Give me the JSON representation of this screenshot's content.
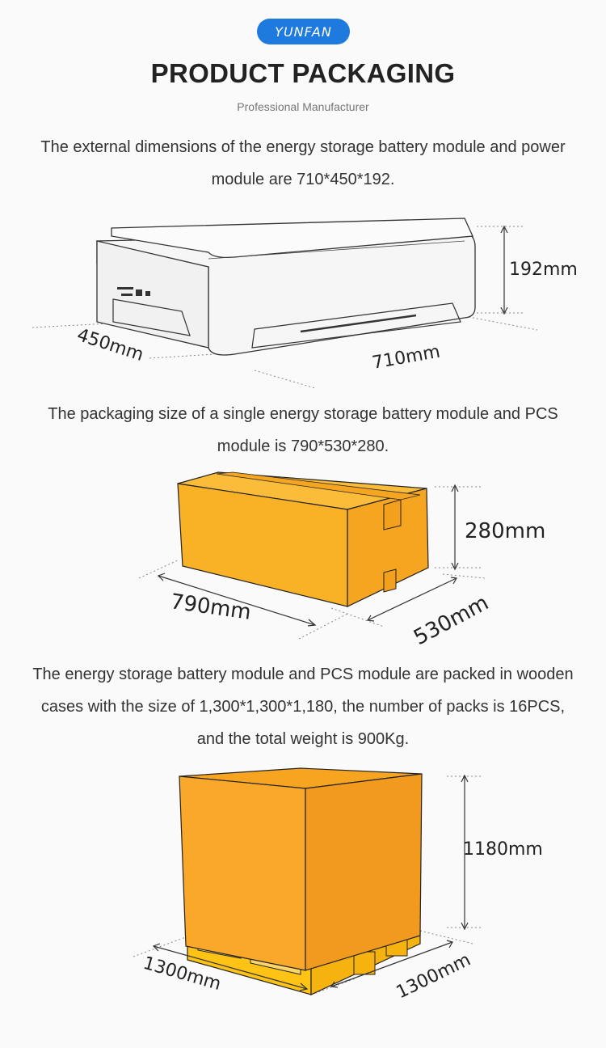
{
  "brand": {
    "logo_text": "YUNFAN"
  },
  "header": {
    "title": "PRODUCT PACKAGING",
    "subtitle": "Professional Manufacturer"
  },
  "sections": [
    {
      "text_lines": [
        "The external dimensions of the energy storage battery module and power",
        "module are 710*450*192."
      ],
      "dimensions": {
        "height": "192mm",
        "depth": "450mm",
        "length": "710mm"
      }
    },
    {
      "text_lines": [
        "The packaging size of a single energy storage battery module and PCS",
        "module is 790*530*280."
      ],
      "dimensions": {
        "height": "280mm",
        "length": "790mm",
        "depth": "530mm"
      }
    },
    {
      "text_lines": [
        "The energy storage battery module and PCS module are packed in wooden",
        "cases with the size of 1,300*1,300*1,180, the number of packs is 16PCS,",
        "and the total weight is 900Kg."
      ],
      "dimensions": {
        "height": "1180mm",
        "length": "1300mm",
        "depth": "1300mm"
      }
    }
  ],
  "colors": {
    "brand_blue": "#1f7ae0",
    "box_orange": "#f9b126",
    "box_dark_orange": "#f29a1e",
    "pallet_yellow": "#ffc316"
  }
}
